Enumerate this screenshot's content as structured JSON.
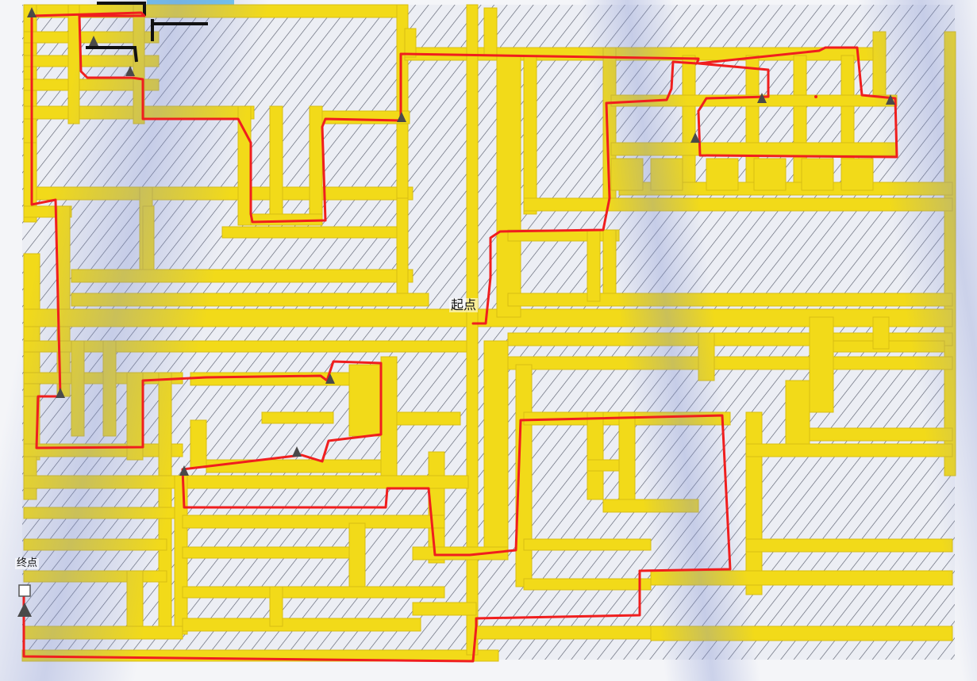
{
  "map": {
    "labels": {
      "start": "起点",
      "end": "终点"
    },
    "colors": {
      "paper": "#f4f5f8",
      "corridor": "#f2da19",
      "corridor_edge": "#d8bd12",
      "hatch": "#5a5f6e",
      "route": "#f01e1e",
      "marker": "#4a4a4a",
      "shadow": "#a9b6e0",
      "sky": "#6fc6ee",
      "ink": "#111111"
    },
    "icons": {
      "start_marker": "red-dot",
      "waypoint": "triangle-marker",
      "end_marker": "square-marker"
    }
  }
}
